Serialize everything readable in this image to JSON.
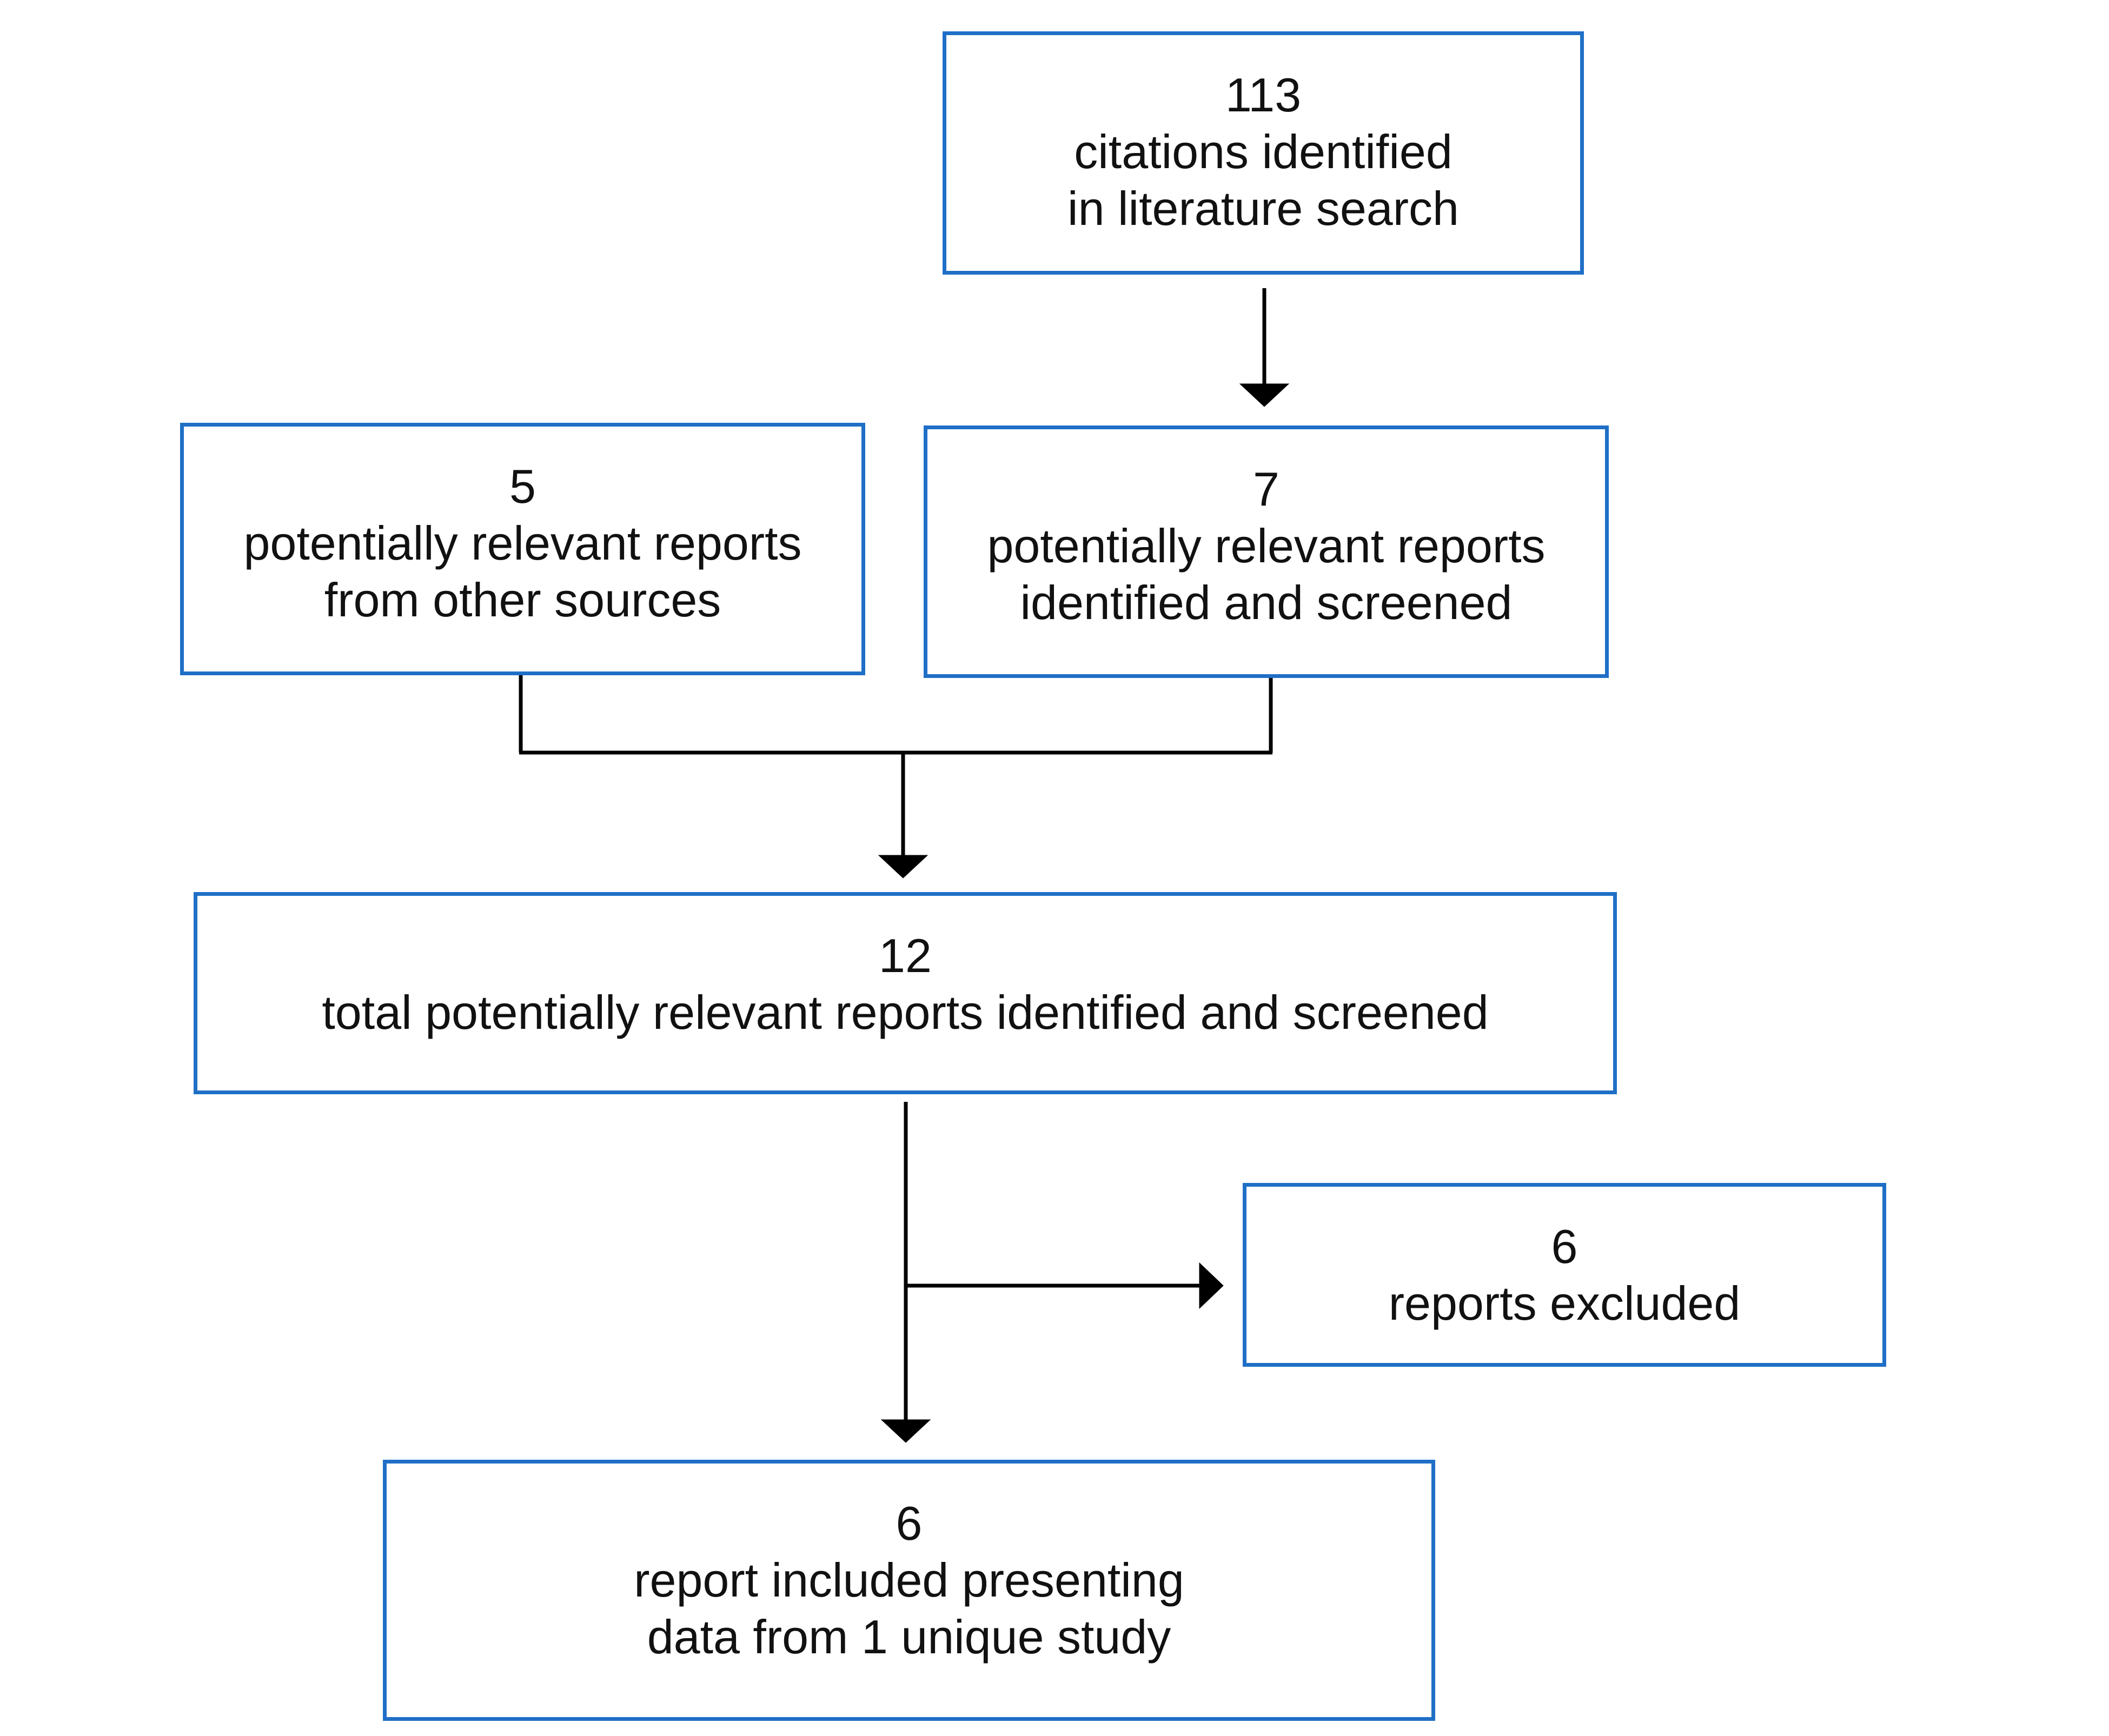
{
  "flowchart": {
    "accent_color": "#1f6fc6",
    "line_color": "#000000",
    "search": {
      "count": "113",
      "line1": "citations identified",
      "line2": "in literature search"
    },
    "other_sources": {
      "count": "5",
      "line1": "potentially relevant reports",
      "line2": "from other sources"
    },
    "screened": {
      "count": "7",
      "line1": "potentially relevant reports",
      "line2": "identified and screened"
    },
    "total": {
      "count": "12",
      "line1": "total potentially relevant reports identified and screened"
    },
    "excluded": {
      "count": "6",
      "line1": "reports excluded"
    },
    "included": {
      "count": "6",
      "line1": "report included presenting",
      "line2": "data from 1 unique study"
    }
  }
}
